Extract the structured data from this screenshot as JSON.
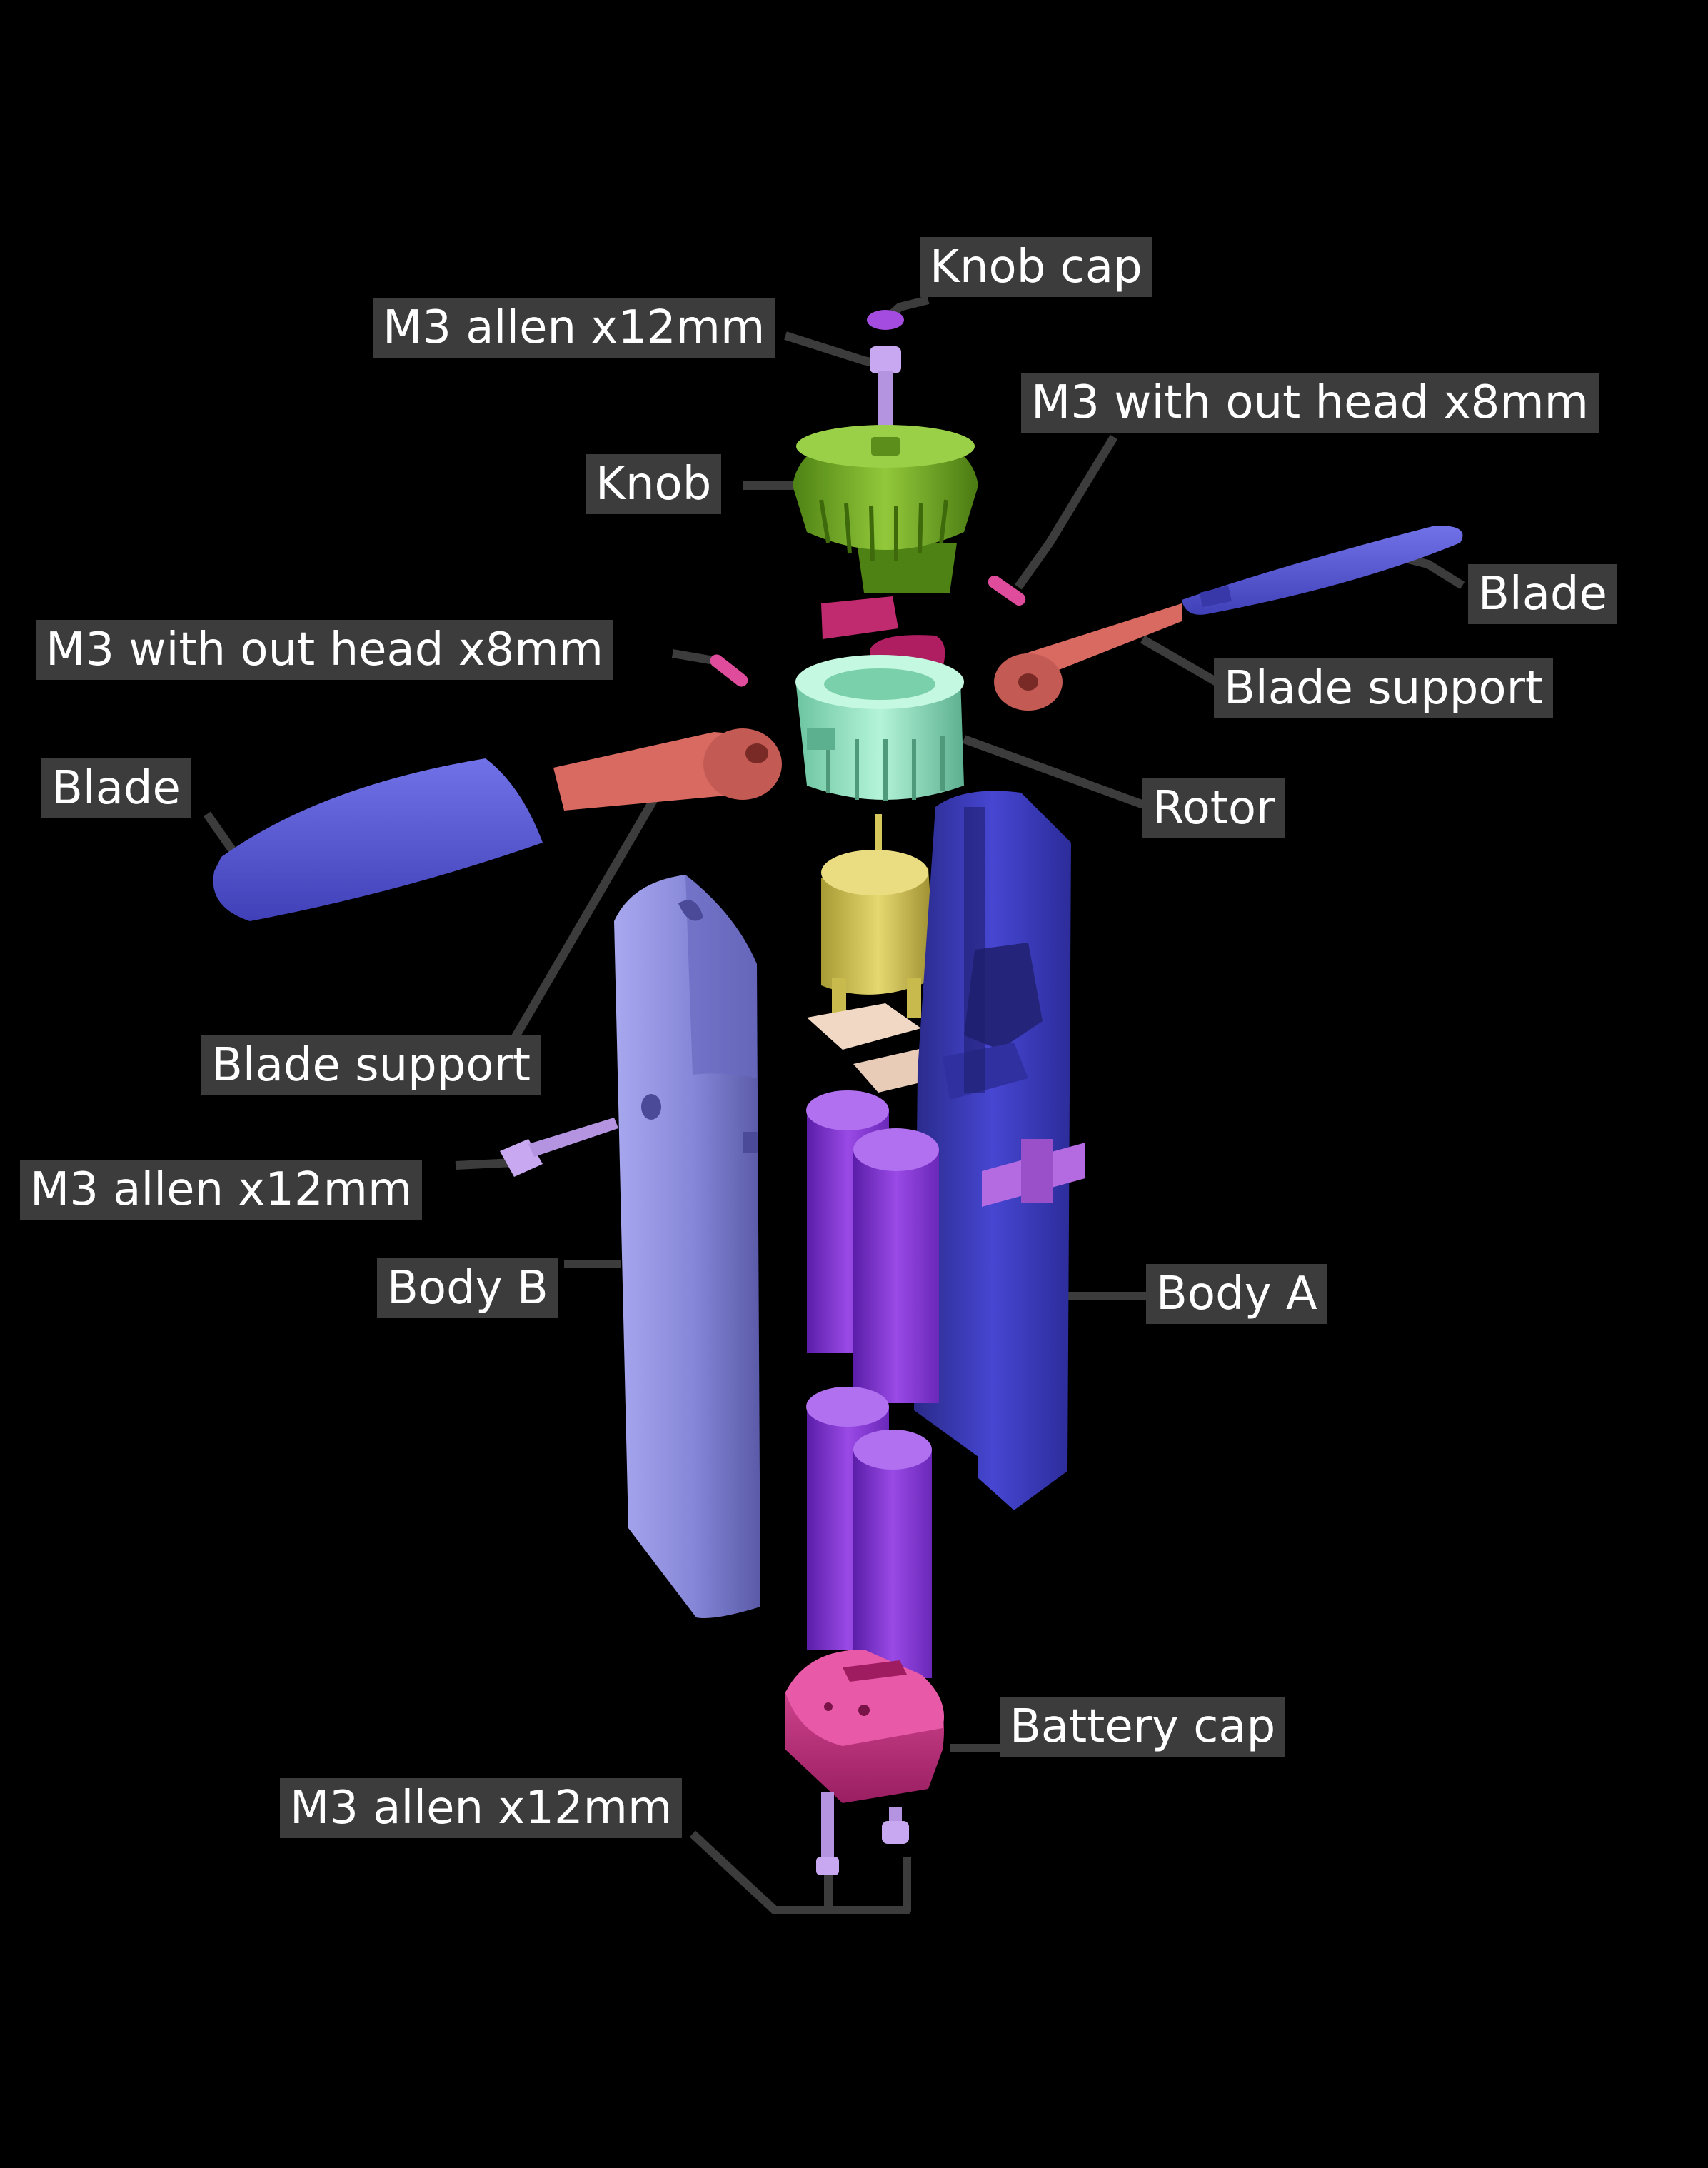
{
  "labels": {
    "knob_cap": "Knob cap",
    "m3_allen_top": "M3 allen x12mm",
    "m3_no_head_right": "M3 with out head x8mm",
    "knob": "Knob",
    "blade_right": "Blade",
    "m3_no_head_left": "M3 with out head x8mm",
    "blade_support_right": "Blade support",
    "blade_left": "Blade",
    "rotor": "Rotor",
    "blade_support_left": "Blade support",
    "m3_allen_mid": "M3 allen x12mm",
    "body_b": "Body B",
    "body_a": "Body A",
    "battery_cap": "Battery cap",
    "m3_allen_bottom": "M3 allen x12mm"
  },
  "colors": {
    "background": "#000000",
    "label_bg": "#3c3c3c",
    "label_text": "#ffffff",
    "leader": "#3c3c3c",
    "knob": "#7fb22a",
    "rotor": "#9ee8c4",
    "blade": "#5a5ad6",
    "blade_support": "#d86a62",
    "body_a": "#3c3cc2",
    "body_b": "#8c8ce0",
    "motor": "#d6c85a",
    "battery": "#8a3ce0",
    "battery_cap": "#d23c8c",
    "screw": "#c8a8f0",
    "pin": "#e04c9c",
    "knob_cap": "#a44ce0",
    "contact_plate": "#f0d8c4"
  }
}
